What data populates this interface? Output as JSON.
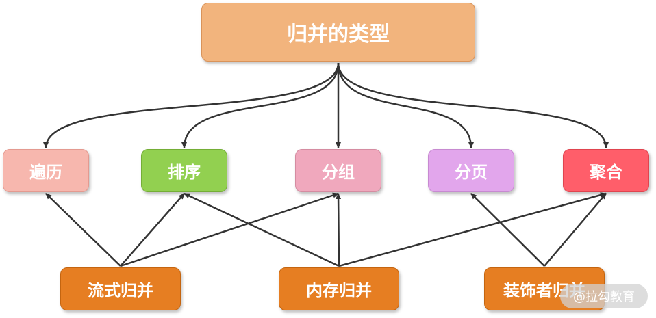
{
  "root": {
    "label": "归并的类型",
    "color": "#F2B47D",
    "border": "#D9935A"
  },
  "types": [
    {
      "key": "traverse",
      "label": "遍历",
      "color": "#F7B7AE",
      "border": "#E49A90"
    },
    {
      "key": "sort",
      "label": "排序",
      "color": "#92D050",
      "border": "#74AE36"
    },
    {
      "key": "group",
      "label": "分组",
      "color": "#F0A8BD",
      "border": "#D58CA1"
    },
    {
      "key": "page",
      "label": "分页",
      "color": "#E2A6EC",
      "border": "#C78AD1"
    },
    {
      "key": "aggregate",
      "label": "聚合",
      "color": "#FF5E6A",
      "border": "#E0444F"
    }
  ],
  "sources": [
    {
      "key": "stream",
      "label": "流式归并",
      "color": "#E67E22",
      "border": "#C46510"
    },
    {
      "key": "memory",
      "label": "内存归并",
      "color": "#E67E22",
      "border": "#C46510"
    },
    {
      "key": "decorator",
      "label": "装饰者归并",
      "color": "#E67E22",
      "border": "#C46510"
    }
  ],
  "edges": [
    [
      "stream",
      "traverse"
    ],
    [
      "stream",
      "sort"
    ],
    [
      "stream",
      "group"
    ],
    [
      "memory",
      "sort"
    ],
    [
      "memory",
      "group"
    ],
    [
      "memory",
      "aggregate"
    ],
    [
      "decorator",
      "page"
    ],
    [
      "decorator",
      "aggregate"
    ]
  ],
  "line_color": "#333333",
  "watermark": "@拉勾教育"
}
